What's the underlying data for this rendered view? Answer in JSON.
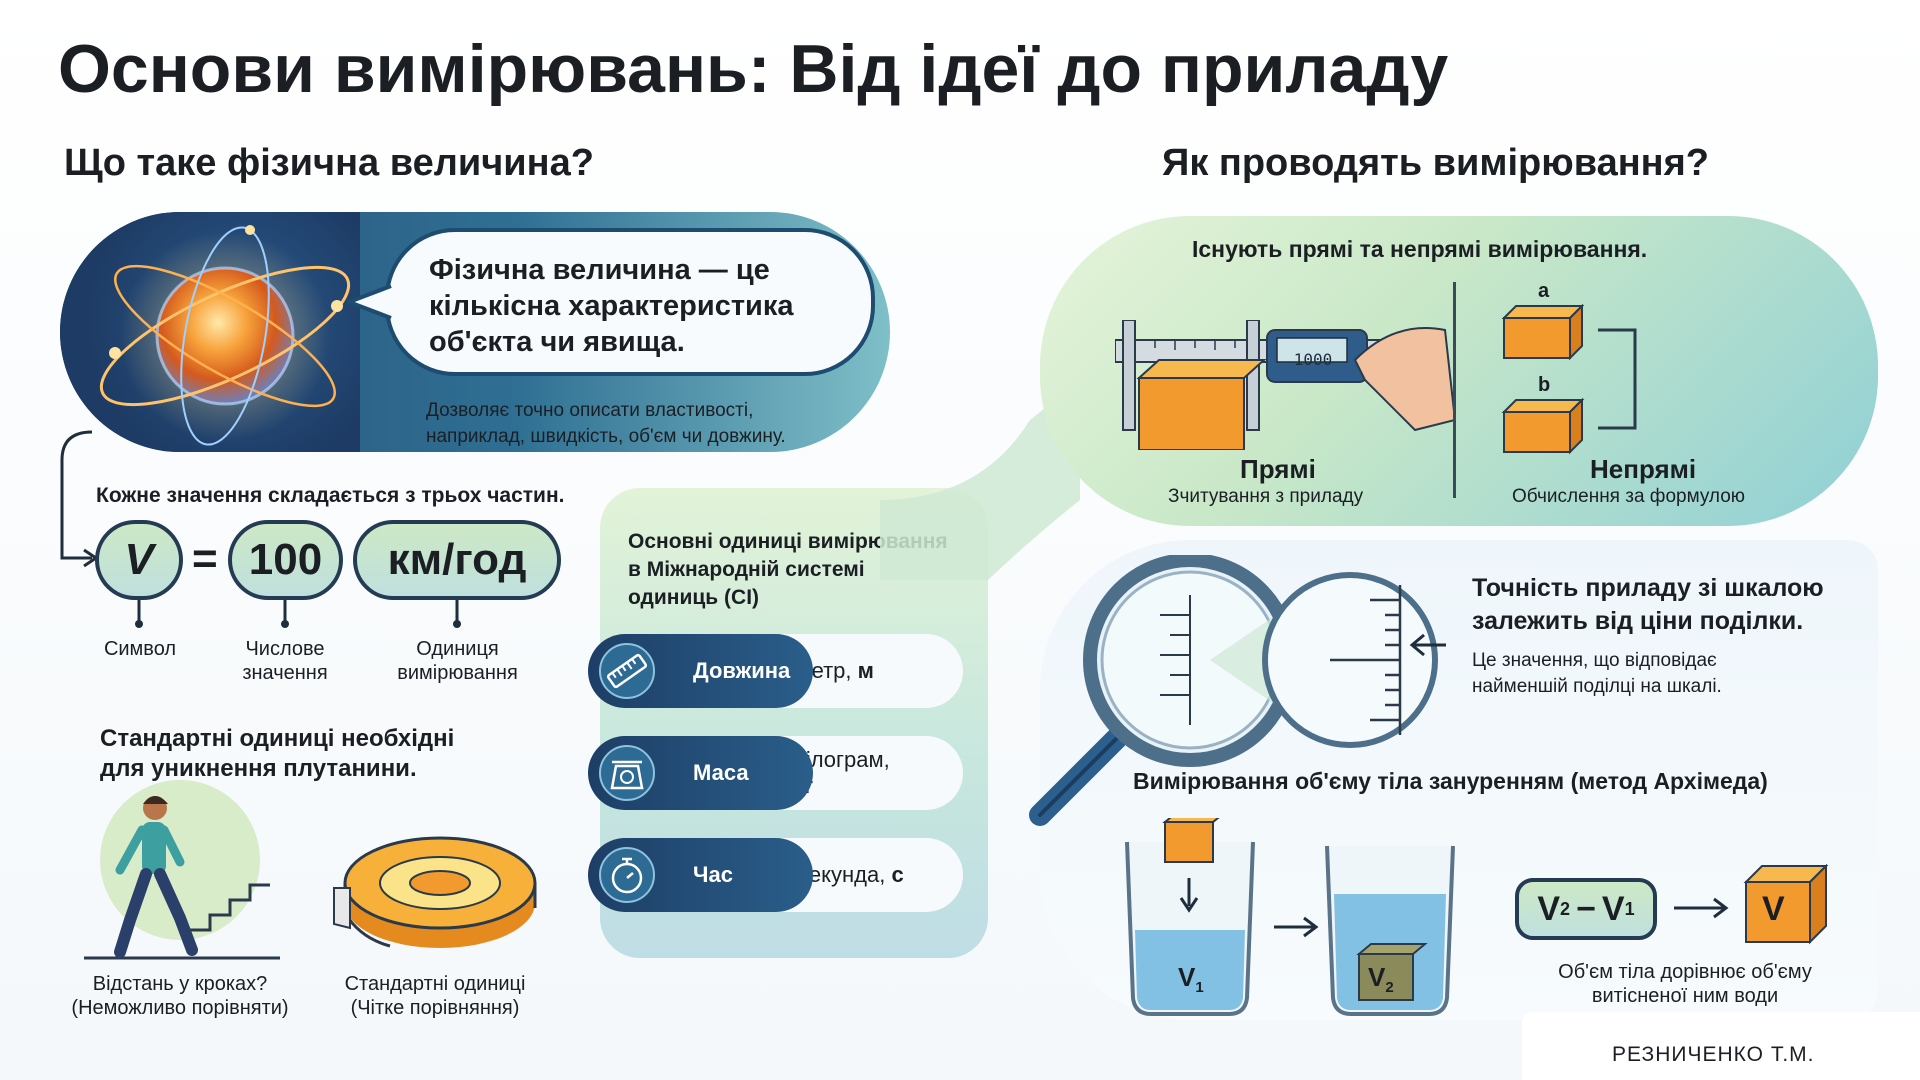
{
  "title": "Основи вимірювань: Від ідеї до приладу",
  "left": {
    "heading": "Що таке фізична величина?",
    "definition": "Фізична величина — це кількісна характеристика об'єкта чи явища.",
    "description_1": "Дозволяє точно описати властивості,",
    "description_2": "наприклад, швидкість, об'єм чи довжину.",
    "parts_heading": "Кожне значення складається з трьох частин.",
    "formula": {
      "symbol": "V",
      "equals": "=",
      "number": "100",
      "unit": "км/год"
    },
    "formula_labels": {
      "symbol": "Символ",
      "number_1": "Числове",
      "number_2": "значення",
      "unit_1": "Одиниця",
      "unit_2": "вимірювання"
    },
    "standard_heading_1": "Стандартні одиниці необхідні",
    "standard_heading_2": "для уникнення плутанини.",
    "caption_steps_1": "Відстань у кроках?",
    "caption_steps_2": "(Неможливо порівняти)",
    "caption_standard_1": "Стандартні одиниці",
    "caption_standard_2": "(Чітке порівняння)"
  },
  "si": {
    "heading_1": "Основні одиниці вимірювання",
    "heading_2": "в Міжнародній системі",
    "heading_3": "одиниць (СІ)",
    "rows": [
      {
        "name": "Довжина",
        "unit": "Метр,",
        "symbol": "м",
        "icon": "ruler-icon"
      },
      {
        "name": "Маса",
        "unit": "Кілограм,",
        "symbol": "кг",
        "icon": "scale-icon"
      },
      {
        "name": "Час",
        "unit": "Секунда,",
        "symbol": "с",
        "icon": "stopwatch-icon"
      }
    ]
  },
  "right": {
    "heading": "Як проводять вимірювання?",
    "types_heading": "Існують прямі та непрямі вимірювання.",
    "caliper_display": "1000",
    "direct_label": "Прямі",
    "direct_sub": "Зчитування з приладу",
    "indirect_label": "Непрямі",
    "indirect_sub": "Обчислення за формулою",
    "box_a": "a",
    "box_b": "b",
    "accuracy_heading_1": "Точність приладу зі шкалою",
    "accuracy_heading_2": "залежить від ціни поділки.",
    "accuracy_text_1": "Це значення, що відповідає",
    "accuracy_text_2": "найменшій поділці на шкалі.",
    "volume_heading": "Вимірювання об'єму тіла зануренням (метод Архімеда)",
    "v1": "V",
    "v1_sub": "1",
    "v2": "V",
    "v2_sub": "2",
    "formula_v2": "V",
    "formula_v2_sub": "2",
    "formula_minus": "−",
    "formula_v1": "V",
    "formula_v1_sub": "1",
    "result": "V",
    "volume_caption_1": "Об'єм тіла дорівнює об'єму",
    "volume_caption_2": "витісненої ним води"
  },
  "author": "РЕЗНИЧЕНКО Т.М.",
  "colors": {
    "navy": "#1e3f66",
    "teal": "#3f8fa3",
    "green_light": "#cfe8c4",
    "orange": "#f29a2e",
    "water": "#6fb7df"
  }
}
